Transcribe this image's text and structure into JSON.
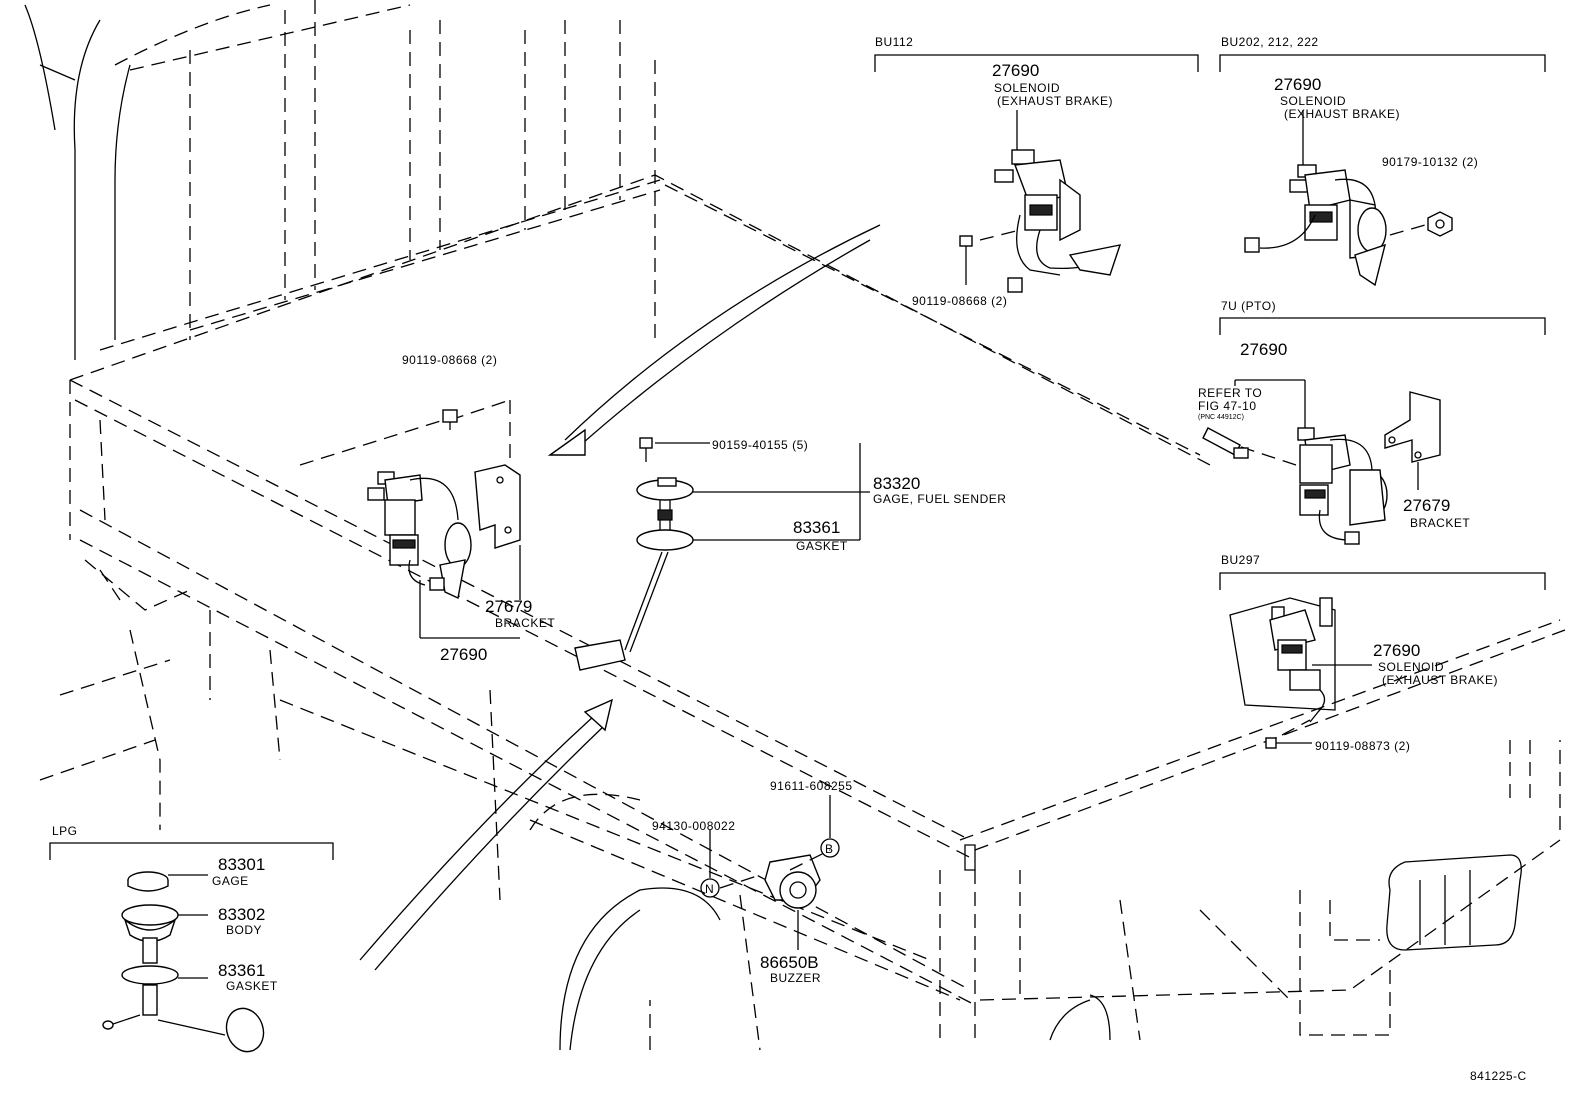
{
  "sections": {
    "bu112": "BU112",
    "bu202": "BU202, 212, 222",
    "pto": "7U (PTO)",
    "bu297": "BU297",
    "lpg": "LPG"
  },
  "labels": {
    "bu112_partno": "27690",
    "bu112_desc1": "SOLENOID",
    "bu112_desc2": "(EXHAUST BRAKE)",
    "bu112_bolt": "90119-08668 (2)",
    "bu202_partno": "27690",
    "bu202_desc1": "SOLENOID",
    "bu202_desc2": "(EXHAUST BRAKE)",
    "bu202_nut": "90179-10132 (2)",
    "pto_partno": "27690",
    "pto_refer1": "REFER TO",
    "pto_refer2": "FIG 47-10",
    "pto_refer3": "(PNC 44912C)",
    "pto_bracket_no": "27679",
    "pto_bracket": "BRACKET",
    "bu297_partno": "27690",
    "bu297_desc1": "SOLENOID",
    "bu297_desc2": "(EXHAUST BRAKE)",
    "bu297_bolt": "90119-08873 (2)",
    "main_bolt": "90119-08668 (2)",
    "main_bracket_no": "27679",
    "main_bracket": "BRACKET",
    "main_solenoid": "27690",
    "screw": "90159-40155 (5)",
    "sender_no": "83320",
    "sender": "GAGE, FUEL SENDER",
    "gasket_no": "83361",
    "gasket": "GASKET",
    "clip_b": "91611-60825",
    "clip_b_suffix": "5",
    "clip_n": "94130-00802",
    "clip_n_suffix": "2",
    "marker_b": "B",
    "marker_n": "N",
    "buzzer_no": "86650B",
    "buzzer": "BUZZER",
    "lpg_gage_no": "83301",
    "lpg_gage": "GAGE",
    "lpg_body_no": "83302",
    "lpg_body": "BODY",
    "lpg_gasket_no": "83361",
    "lpg_gasket": "GASKET",
    "figure_id": "841225-C"
  }
}
